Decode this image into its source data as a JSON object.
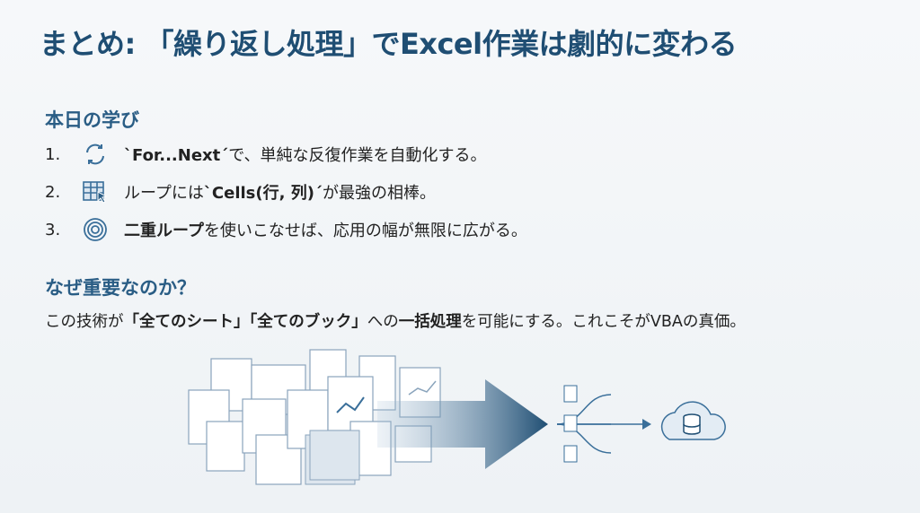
{
  "title": "まとめ: 「繰り返し処理」でExcel作業は劇的に変わる",
  "learn": {
    "heading": "本日の学び",
    "items": [
      {
        "num": "1.",
        "icon": "refresh-icon",
        "bold": "`For...Next´",
        "text": "で、単純な反復作業を自動化する。"
      },
      {
        "num": "2.",
        "icon": "table-cursor-icon",
        "pre": "ループには",
        "bold": "`Cells(行, 列)´",
        "text": "が最強の相棒。"
      },
      {
        "num": "3.",
        "icon": "concentric-circles-icon",
        "bold": "二重ループ",
        "text": "を使いこなせば、応用の幅が無限に広がる。"
      }
    ]
  },
  "why": {
    "heading": "なぜ重要なのか？",
    "p1": "この技術が",
    "b1": "「全てのシート」「全てのブック」",
    "p2": "への",
    "b2": "一括処理",
    "p3": "を可能にする。これこそがVBAの真価。"
  },
  "colors": {
    "title": "#1f4e73",
    "accent": "#2a5d85"
  }
}
